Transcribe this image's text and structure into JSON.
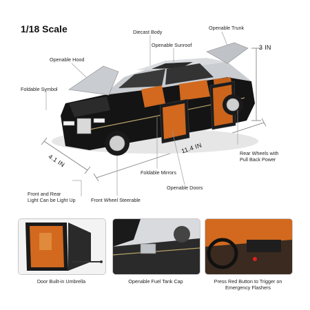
{
  "scale": "1/18 Scale",
  "callouts": {
    "diecast_body": "Diecast Body",
    "openable_trunk": "Openable Trunk",
    "openable_sunroof": "Openable Sunroof",
    "openable_hood": "Openable Hood",
    "foldable_symbol": "Foldable Symbol",
    "rear_wheels": [
      "Rear Wheels with",
      "Pull Back Power"
    ],
    "foldable_mirrors": "Foldable Mirrors",
    "openable_doors": "Openable Doors",
    "lights": [
      "Front and Rear",
      "Light Can be Light Up"
    ],
    "front_wheel": "Front Wheel Steerable"
  },
  "dimensions": {
    "height": "3 IN",
    "length": "11.4 IN",
    "width": "4.1 IN"
  },
  "features": [
    {
      "caption": [
        "Door Built-in Umbrella"
      ]
    },
    {
      "caption": [
        "Openable Fuel Tank Cap"
      ]
    },
    {
      "caption": [
        "Press Red Button to Trigger on",
        "Emergency Flashers"
      ]
    }
  ],
  "colors": {
    "body_black": "#141414",
    "body_silver": "#c9ccd0",
    "interior_orange": "#d2691e",
    "line": "#9a9a9a"
  }
}
